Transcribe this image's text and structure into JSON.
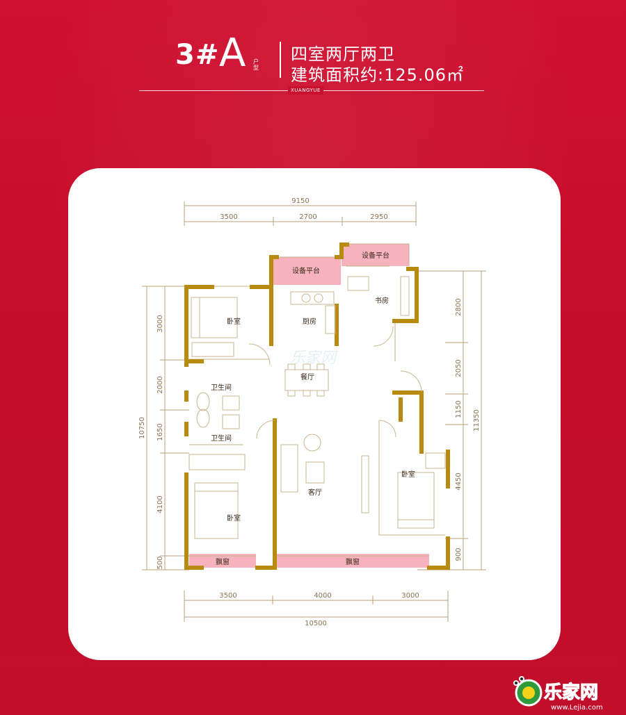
{
  "header": {
    "unit_code": "3#",
    "unit_letter": "A",
    "unit_tag": "户型",
    "rooms": "四室两厅两卫",
    "area": "建筑面积约:125.06㎡",
    "brand": "XUANGYUE"
  },
  "plan": {
    "dims_top_total": "9150",
    "dims_top": [
      "3500",
      "2700",
      "2950"
    ],
    "dims_bottom": [
      "3500",
      "4000",
      "3000"
    ],
    "dims_bottom_total": "10500",
    "dims_left": [
      "3000",
      "2000",
      "1650",
      "4100",
      "500"
    ],
    "dims_left_total": "10750",
    "dims_right": [
      "2800",
      "2050",
      "1150",
      "4450",
      "900"
    ],
    "dims_right_total": "11350",
    "rooms": {
      "equip_platform_left": "设备平台",
      "equip_platform_right": "设备平台",
      "bedroom_nw": "卧室",
      "kitchen": "厨房",
      "study": "书房",
      "dining": "餐厅",
      "bath_1": "卫生间",
      "bath_2": "卫生间",
      "living": "客厅",
      "bedroom_e": "卧室",
      "bedroom_sw": "卧室",
      "bay_left": "飘窗",
      "bay_center": "飘窗"
    },
    "watermark": "乐家网"
  },
  "logo": {
    "text": "乐家网",
    "url": "www.Lejia.com"
  },
  "colors": {
    "background": "#c8102e",
    "wall": "#b8870a",
    "pink": "#f4a9b4",
    "dim": "#9b8460"
  }
}
